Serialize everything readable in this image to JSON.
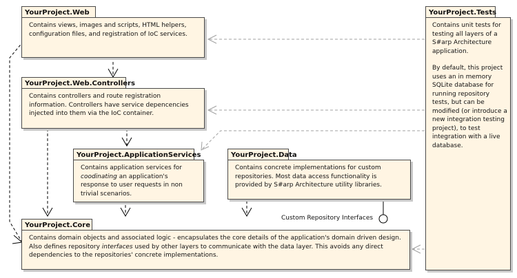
{
  "packages": {
    "web": {
      "name": "YourProject.Web",
      "description": "Contains views, images and scripts, HTML helpers, configuration files, and registration of IoC services."
    },
    "controllers": {
      "name": "YourProject.Web.Controllers",
      "description": "Contains controllers and route registration information.  Controllers have service depencencies injected into them via the IoC container."
    },
    "app_services": {
      "name": "YourProject.ApplicationServices",
      "desc_pre": "Contains application services for ",
      "desc_em": "coodinating",
      "desc_post": " an application's response to user requests in non trivial scenarios."
    },
    "data": {
      "name": "YourProject.Data",
      "description": "Contains concrete implementations for custom repositories.  Most data access functionality is provided by S#arp Architecture utility libraries."
    },
    "core": {
      "name": "YourProject.Core",
      "desc_pre": "Contains domain objects and associated logic - encapsulates the core details of the application's domain driven design. Also defines repository ",
      "desc_em": "interfaces",
      "desc_post": " used by other layers to communicate with the data layer.  This avoids any direct dependencies to the repositories' concrete implementations."
    },
    "tests": {
      "name": "YourProject.Tests",
      "description_1": "Contains unit tests for testing all layers of a S#arp Architecture application.",
      "description_2": "By default, this project uses an in memory SQLite database for running repository tests, but can be modified (or introduce a new integration testing project), to test integration with a live database."
    }
  },
  "interface_label": "Custom Repository Interfaces",
  "colors": {
    "package_fill": "#fff5e3",
    "border": "#4a4a4a",
    "shadow": "#c8c8c8",
    "dependency_line": "#000000",
    "tests_dependency_line": "#a0a0a0"
  }
}
